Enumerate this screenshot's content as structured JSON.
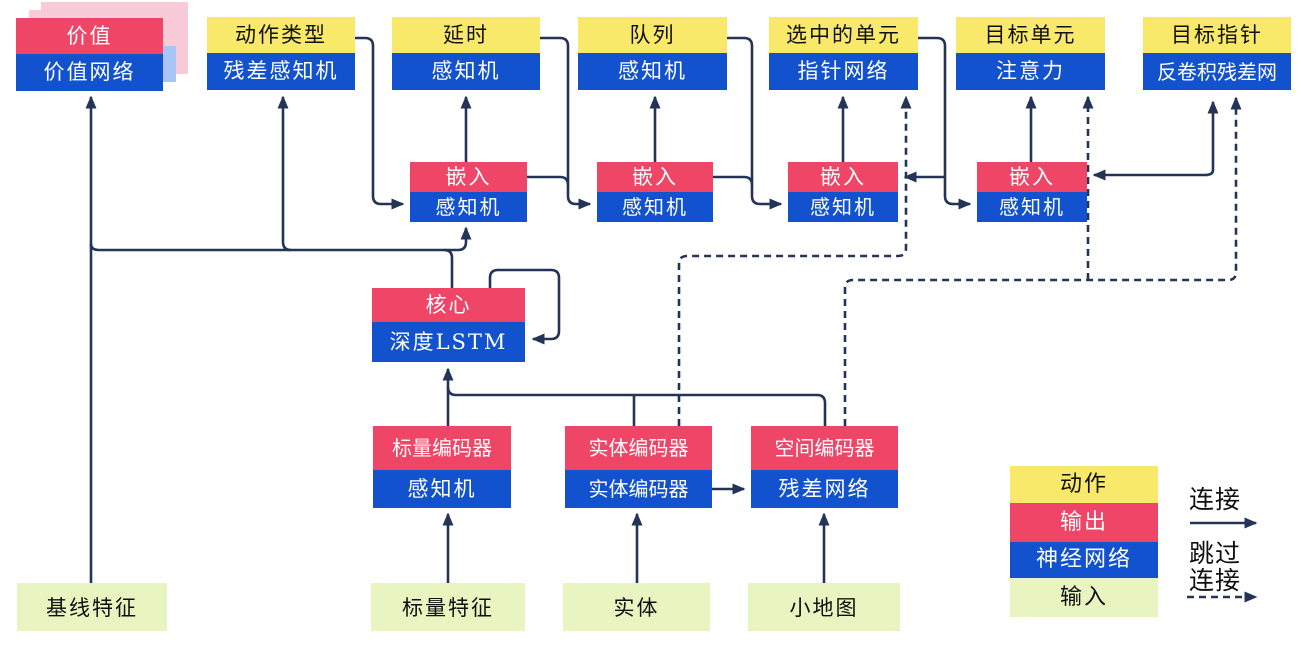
{
  "nodes": {
    "value": {
      "top": "价值",
      "bottom": "价值网络"
    },
    "action_type": {
      "top": "动作类型",
      "bottom": "残差感知机"
    },
    "delay": {
      "top": "延时",
      "bottom": "感知机"
    },
    "queue": {
      "top": "队列",
      "bottom": "感知机"
    },
    "selected_units": {
      "top": "选中的单元",
      "bottom": "指针网络"
    },
    "target_unit": {
      "top": "目标单元",
      "bottom": "注意力"
    },
    "target_point": {
      "top": "目标指针",
      "bottom": "反卷积残差网"
    },
    "embed1": {
      "top": "嵌入",
      "bottom": "感知机"
    },
    "embed2": {
      "top": "嵌入",
      "bottom": "感知机"
    },
    "embed3": {
      "top": "嵌入",
      "bottom": "感知机"
    },
    "embed4": {
      "top": "嵌入",
      "bottom": "感知机"
    },
    "core": {
      "top": "核心",
      "bottom": "深度LSTM"
    },
    "scalar_encoder": {
      "top": "标量编码器",
      "bottom": "感知机"
    },
    "entity_encoder": {
      "top": "实体编码器",
      "bottom": "实体编码器"
    },
    "spatial_encoder": {
      "top": "空间编码器",
      "bottom": "残差网络"
    }
  },
  "inputs": {
    "baseline_features": "基线特征",
    "scalar_features": "标量特征",
    "entities": "实体",
    "minimap": "小地图"
  },
  "legend": {
    "action": "动作",
    "output": "输出",
    "network": "神经网络",
    "input": "输入",
    "connection": "连接",
    "skip_word": "跳过",
    "skip_word2": "连接"
  },
  "colors": {
    "action_yellow": "#F8E96A",
    "output_red": "#EF4566",
    "network_blue": "#1252CE",
    "input_green": "#E9F5C1",
    "line_navy": "#233457",
    "shadow_pink": "#F9CBD9",
    "shadow_blue": "#A9C4F7"
  }
}
